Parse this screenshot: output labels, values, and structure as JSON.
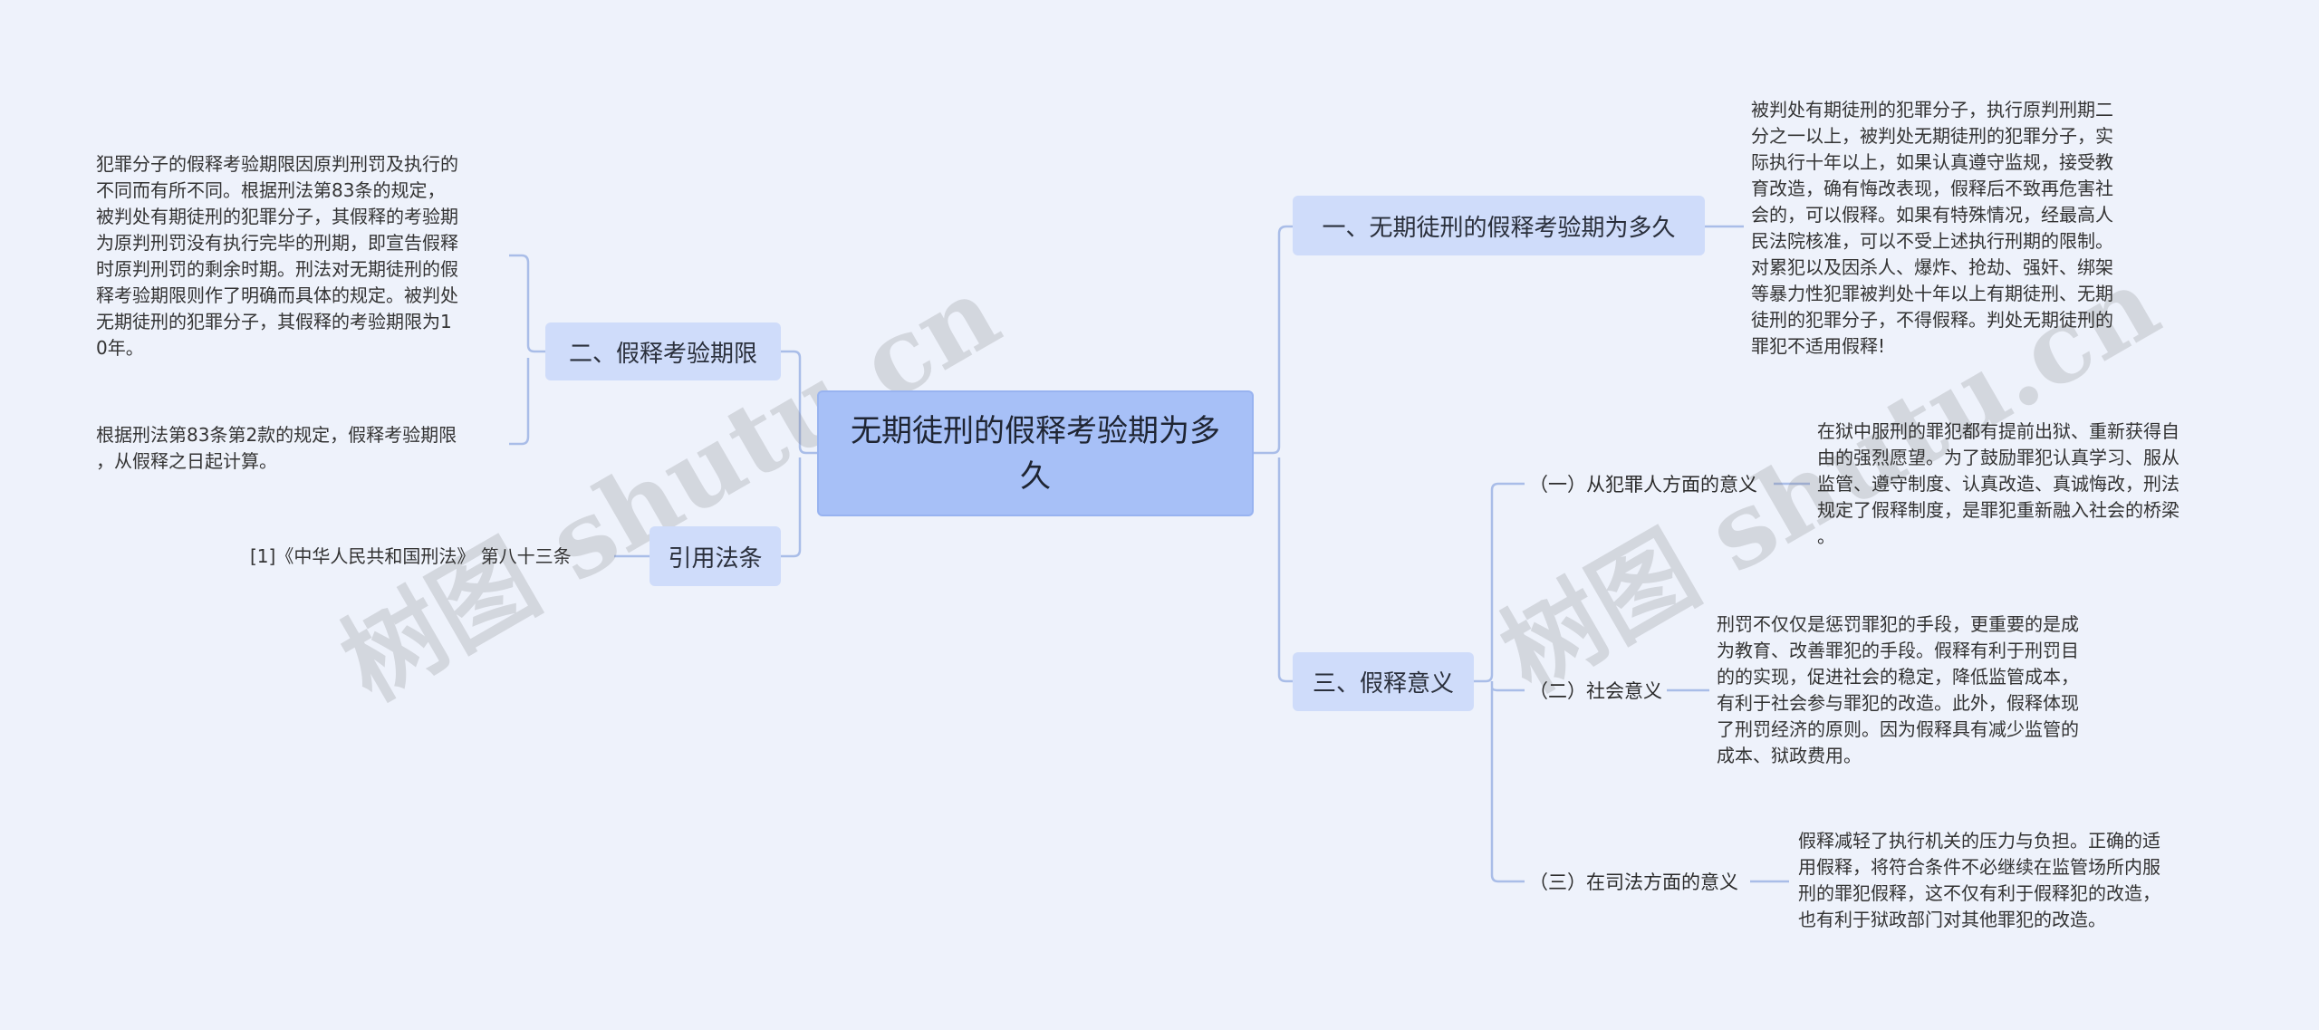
{
  "root": {
    "title": "无期徒刑的假释考验期为多久"
  },
  "branches": {
    "b1": {
      "label": "一、无期徒刑的假释考验期为多久"
    },
    "b2": {
      "label": "二、假释考验期限"
    },
    "b3": {
      "label": "三、假释意义"
    },
    "b4": {
      "label": "引用法条"
    }
  },
  "subs": {
    "s1": {
      "label": "（一）从犯罪人方面的意义"
    },
    "s2": {
      "label": "（二）社会意义"
    },
    "s3": {
      "label": "（三）在司法方面的意义"
    }
  },
  "leaves": {
    "b1": [
      "被判处有期徒刑的犯罪分子，执行原判刑期二",
      "分之一以上，被判处无期徒刑的犯罪分子，实",
      "际执行十年以上，如果认真遵守监规，接受教",
      "育改造，确有悔改表现，假释后不致再危害社",
      "会的，可以假释。如果有特殊情况，经最高人",
      "民法院核准，可以不受上述执行刑期的限制。",
      "对累犯以及因杀人、爆炸、抢劫、强奸、绑架",
      "等暴力性犯罪被判处十年以上有期徒刑、无期",
      "徒刑的犯罪分子，不得假释。判处无期徒刑的",
      "罪犯不适用假释!"
    ],
    "b2a": [
      "犯罪分子的假释考验期限因原判刑罚及执行的",
      "不同而有所不同。根据刑法第83条的规定，",
      "被判处有期徒刑的犯罪分子，其假释的考验期",
      "为原判刑罚没有执行完毕的刑期，即宣告假释",
      "时原判刑罚的剩余时期。刑法对无期徒刑的假",
      "释考验期限则作了明确而具体的规定。被判处",
      "无期徒刑的犯罪分子，其假释的考验期限为1",
      "0年。"
    ],
    "b2b": [
      "根据刑法第83条第2款的规定，假释考验期限",
      "，从假释之日起计算。"
    ],
    "b4": "[1]《中华人民共和国刑法》 第八十三条",
    "s1": [
      "在狱中服刑的罪犯都有提前出狱、重新获得自",
      "由的强烈愿望。为了鼓励罪犯认真学习、服从",
      "监管、遵守制度、认真改造、真诚悔改，刑法",
      "规定了假释制度，是罪犯重新融入社会的桥梁",
      "。"
    ],
    "s2": [
      "刑罚不仅仅是惩罚罪犯的手段，更重要的是成",
      "为教育、改善罪犯的手段。假释有利于刑罚目",
      "的的实现，促进社会的稳定，降低监管成本，",
      "有利于社会参与罪犯的改造。此外，假释体现",
      "了刑罚经济的原则。因为假释具有减少监管的",
      "成本、狱政费用。"
    ],
    "s3": [
      "假释减轻了执行机关的压力与负担。正确的适",
      "用假释，将符合条件不必继续在监管场所内服",
      "刑的罪犯假释，这不仅有利于假释犯的改造，",
      "也有利于狱政部门对其他罪犯的改造。"
    ]
  },
  "watermark": "树图 shutu.cn",
  "colors": {
    "background": "#eef2fb",
    "root": "#a7c0f7",
    "branch": "#cfdcfa",
    "line": "#a9bde8"
  }
}
